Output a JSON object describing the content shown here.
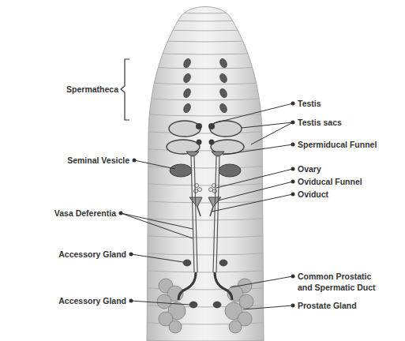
{
  "diagram": {
    "labels": [
      "Spermatheca",
      "Testis",
      "Testis sacs",
      "Spermiducal Funnel",
      "Seminal Vesicle",
      "Ovary",
      "Oviducal Funnel",
      "Oviduct",
      "Vasa Deferentia",
      "Accessory Gland",
      "Common Prostatic and Spermatic Duct",
      "Accessory Gland",
      "Prostate Gland"
    ]
  }
}
